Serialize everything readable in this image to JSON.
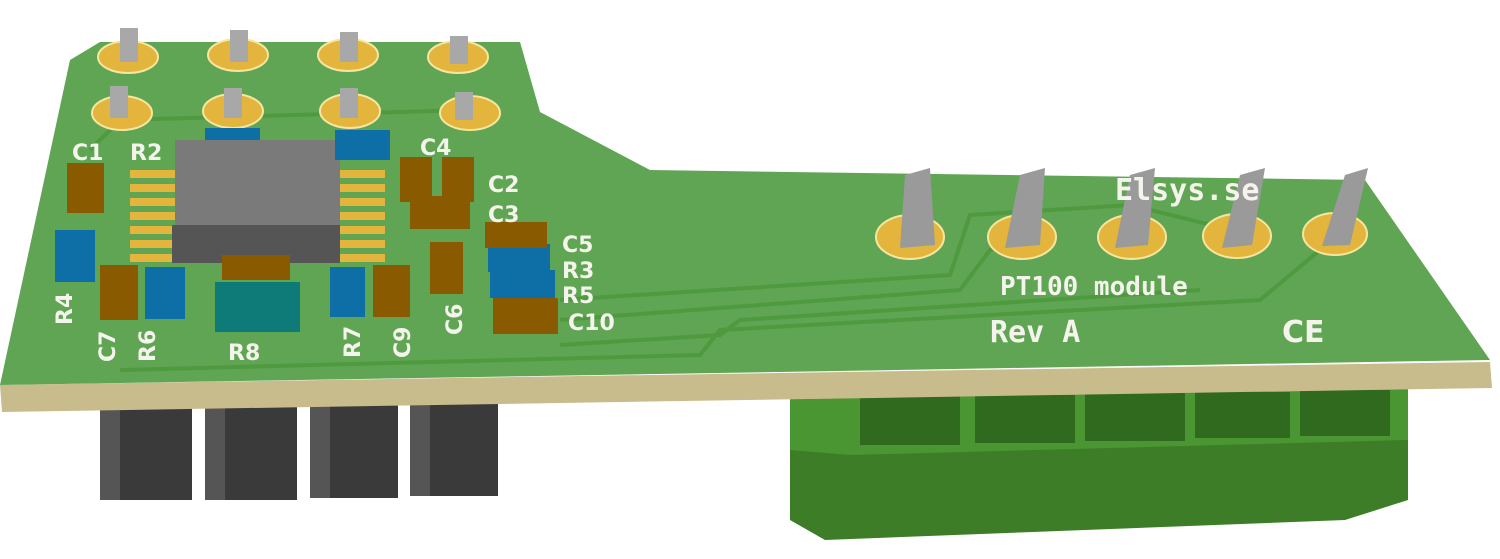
{
  "board": {
    "brand": "Elsys.se",
    "title": "PT100 module",
    "revision": "Rev A",
    "mark": "CE"
  },
  "designators": {
    "C1": "C1",
    "R2": "R2",
    "C4": "C4",
    "C2": "C2",
    "C3": "C3",
    "C5": "C5",
    "R3": "R3",
    "R5": "R5",
    "C10": "C10",
    "R4": "R4",
    "C7": "C7",
    "R6": "R6",
    "R8": "R8",
    "R7": "R7",
    "C9": "C9",
    "C6": "C6"
  },
  "colors": {
    "pcb": "#5fa553",
    "trace": "#4f9a3f",
    "pad": "#e3b53c",
    "capacitor": "#8a5a00",
    "resistor": "#0e6fa6",
    "ic": "#7a7a7a",
    "terminal": "#3f8a2a",
    "header": "#3a3a3a"
  }
}
